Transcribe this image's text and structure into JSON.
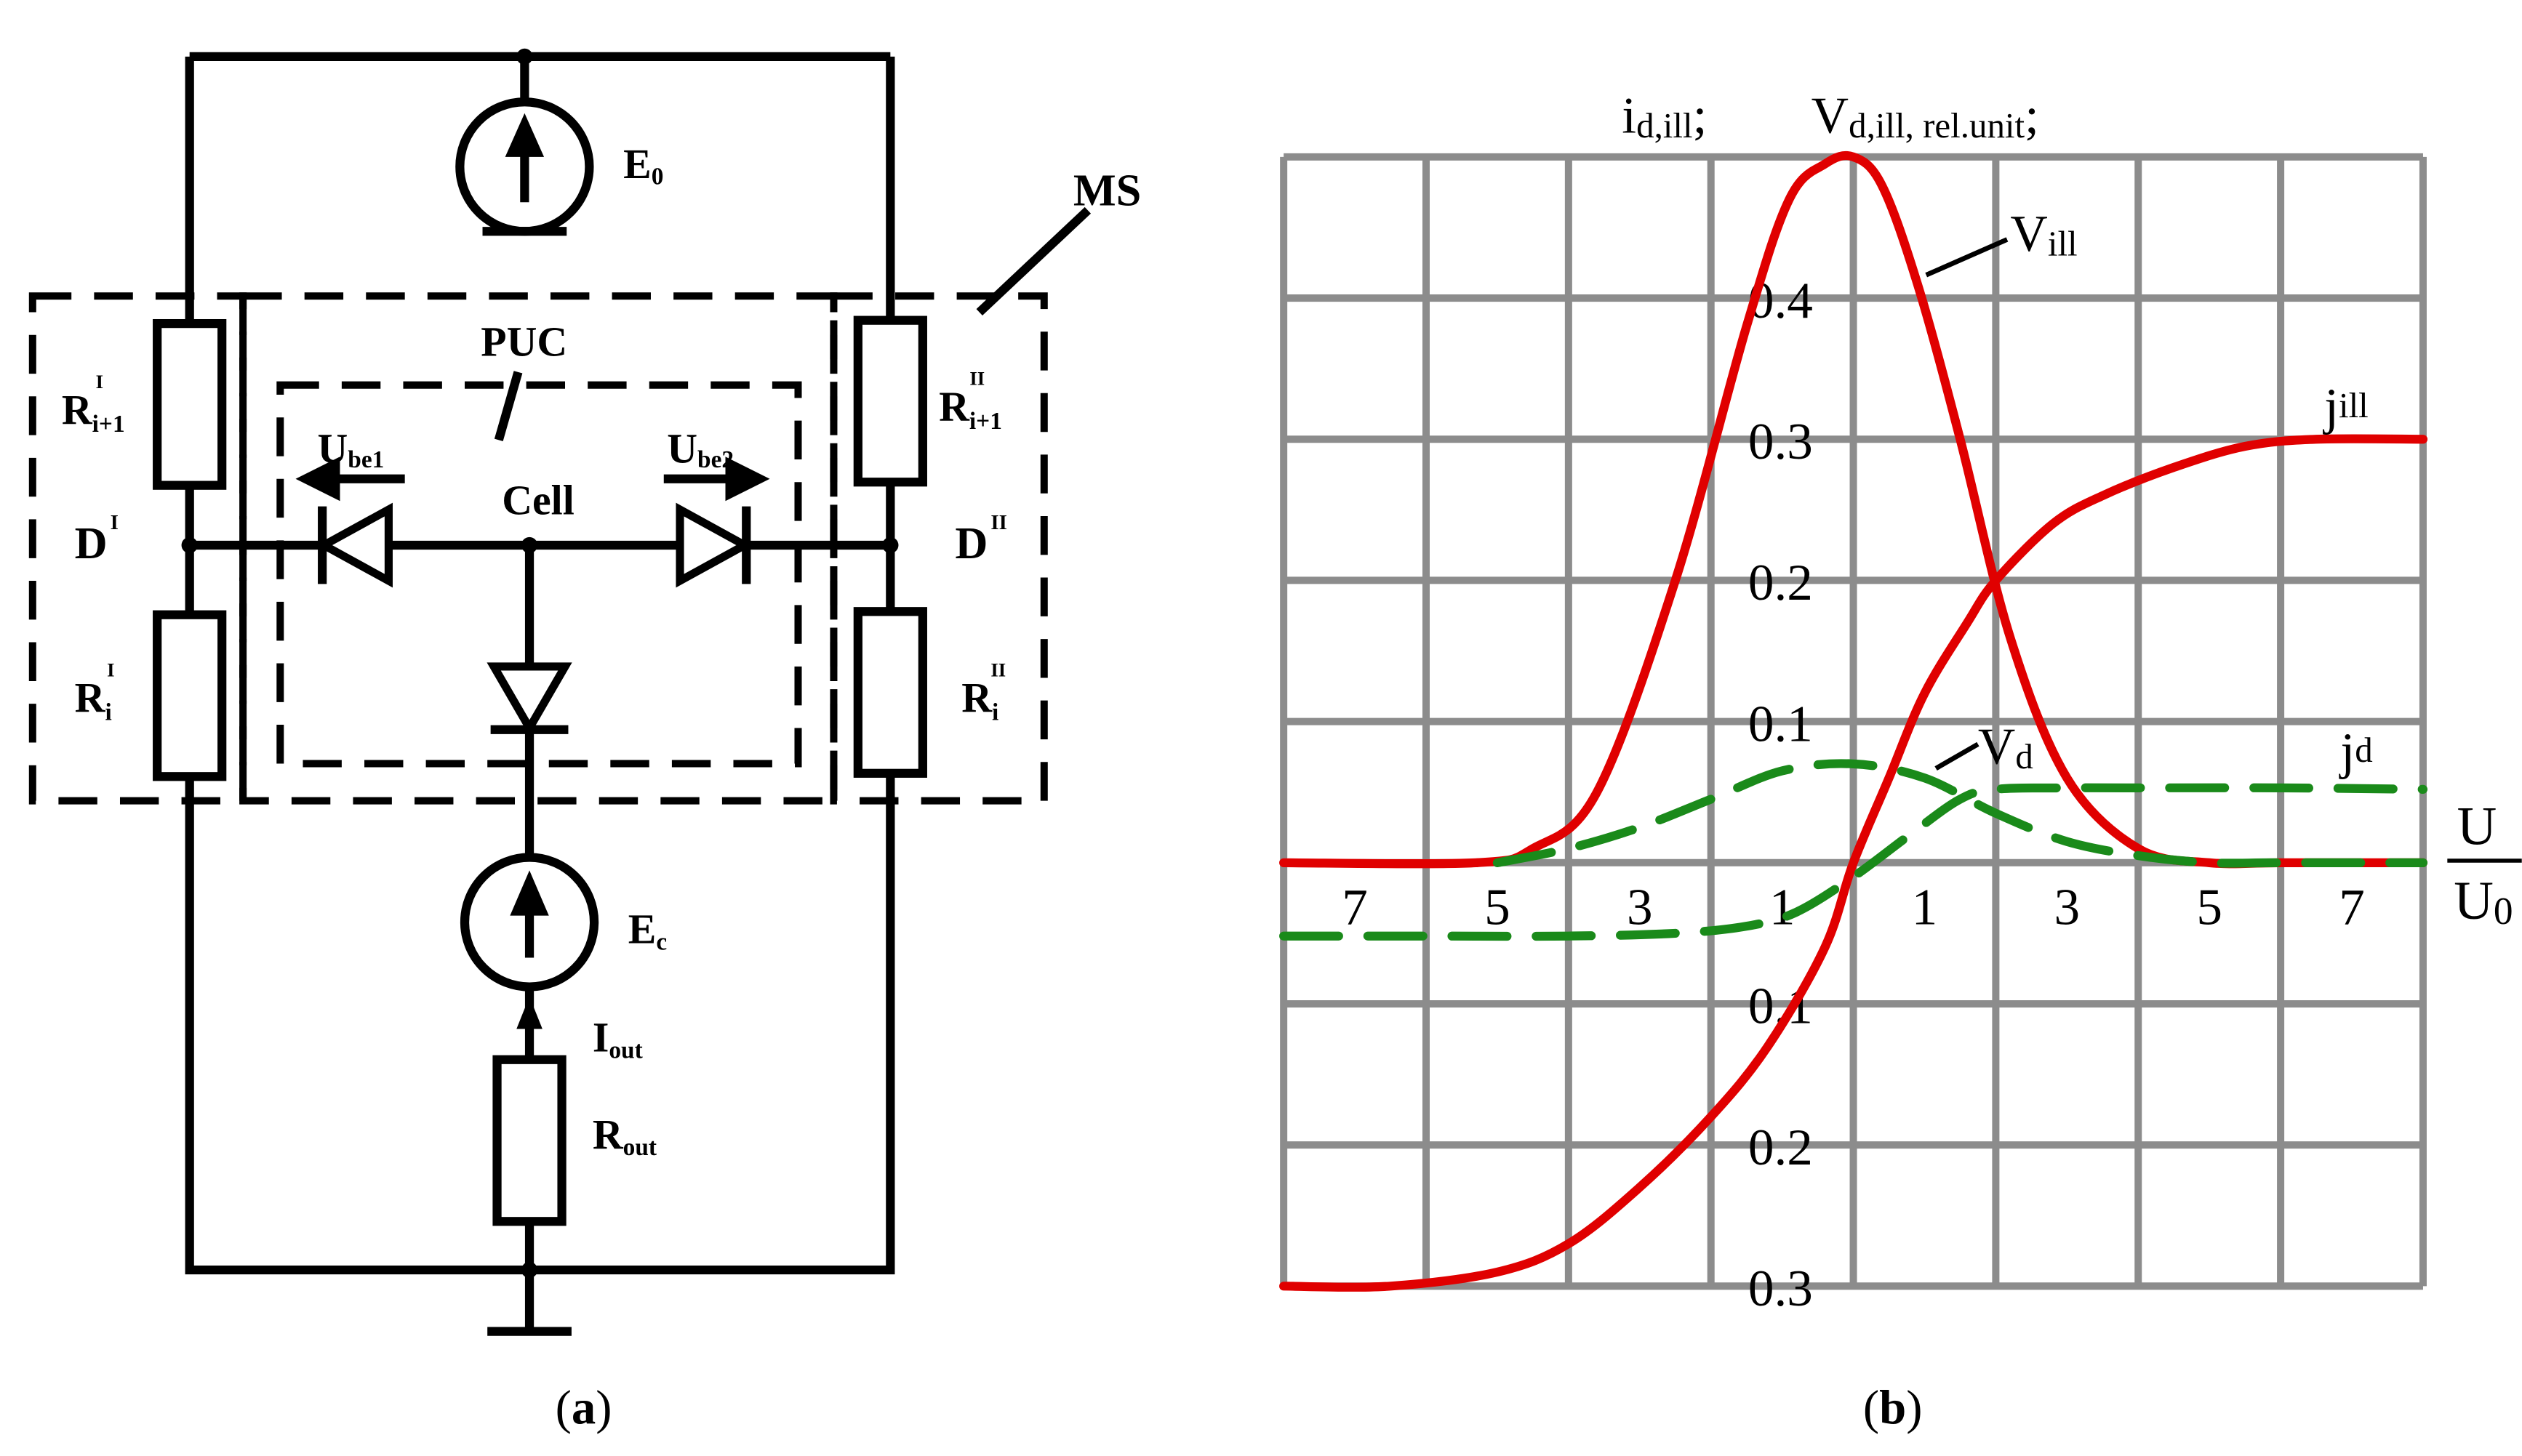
{
  "circuit": {
    "E0": {
      "main": "E",
      "sub": "0"
    },
    "Ec": {
      "main": "E",
      "sub": "c"
    },
    "MS": "MS",
    "PUC": "PUC",
    "Cell": "Cell",
    "Ube1": {
      "main": "U",
      "sub": "be1"
    },
    "Ube2": {
      "main": "U",
      "sub": "be2"
    },
    "RI_top": {
      "main": "R",
      "sub": "i+1",
      "sup": "I"
    },
    "RII_top": {
      "main": "R",
      "sub": "i+1",
      "sup": "II"
    },
    "RI_bot": {
      "main": "R",
      "sub": "i",
      "sup": "I"
    },
    "RII_bot": {
      "main": "R",
      "sub": "i",
      "sup": "II"
    },
    "DI": {
      "main": "D",
      "sup": "I"
    },
    "DII": {
      "main": "D",
      "sup": "II"
    },
    "Iout": {
      "main": "I",
      "sub": "out"
    },
    "Rout": {
      "main": "R",
      "sub": "out"
    },
    "caption_open": "(",
    "caption_letter": "a",
    "caption_close": ")"
  },
  "plot": {
    "ylabel_i": {
      "main": "i",
      "sub": "d,ill",
      "tail": ";"
    },
    "ylabel_v": {
      "main": "V",
      "sub": "d,ill, rel.unit",
      "tail": ";"
    },
    "xlabel_num": "U",
    "xlabel_den": {
      "main": "U",
      "sub": "0"
    },
    "label_vill": {
      "main": "V",
      "sub": "ill"
    },
    "label_jill": {
      "main": "j",
      "sub": "ill"
    },
    "label_vd": {
      "main": "V",
      "sub": "d"
    },
    "label_jd": {
      "main": "j",
      "sub": "d"
    },
    "caption_open": "(",
    "caption_letter": "b",
    "caption_close": ")"
  },
  "chart_data": {
    "type": "line",
    "xlabel": "U/U0",
    "ylabel": "id,ill; Vd,ill, rel.unit;",
    "xlim": [
      -8,
      8
    ],
    "ylim": [
      -0.3,
      0.5
    ],
    "x_tick_labels": [
      "7",
      "5",
      "3",
      "1",
      "1",
      "3",
      "5",
      "7"
    ],
    "x_tick_values": [
      -7,
      -5,
      -3,
      -1,
      1,
      3,
      5,
      7
    ],
    "y_tick_labels": [
      "0.4",
      "0.3",
      "0.2",
      "0.1",
      "0.1",
      "0.2",
      "0.3"
    ],
    "y_tick_values": [
      0.4,
      0.3,
      0.2,
      0.1,
      -0.1,
      -0.2,
      -0.3
    ],
    "grid": true,
    "series": [
      {
        "name": "Vill",
        "color": "#e00000",
        "style": "solid",
        "x": [
          -8,
          -5.3,
          -4.5,
          -3.6,
          -2.5,
          -1.5,
          -0.9,
          -0.4,
          0,
          0.4,
          0.9,
          1.5,
          2.2,
          3,
          4,
          5,
          6,
          8
        ],
        "y": [
          0,
          0,
          0.01,
          0.05,
          0.2,
          0.38,
          0.47,
          0.495,
          0.5,
          0.48,
          0.41,
          0.3,
          0.16,
          0.06,
          0.01,
          0,
          0,
          0
        ]
      },
      {
        "name": "jill",
        "color": "#e00000",
        "style": "solid",
        "x": [
          -8,
          -6.5,
          -5,
          -4,
          -3,
          -2,
          -1.2,
          -0.4,
          0,
          0.5,
          1,
          1.6,
          2,
          2.8,
          3.5,
          4.5,
          5.5,
          6.5,
          8
        ],
        "y": [
          -0.3,
          -0.3,
          -0.29,
          -0.27,
          -0.23,
          -0.18,
          -0.13,
          -0.06,
          0,
          0.06,
          0.12,
          0.17,
          0.2,
          0.24,
          0.26,
          0.28,
          0.295,
          0.3,
          0.3
        ]
      },
      {
        "name": "Vd",
        "color": "#1a8a1a",
        "style": "dashed",
        "x": [
          -5,
          -4,
          -3,
          -2,
          -1,
          0,
          1,
          2,
          3,
          4,
          5,
          6,
          8
        ],
        "y": [
          0,
          0.01,
          0.025,
          0.045,
          0.065,
          0.07,
          0.06,
          0.035,
          0.015,
          0.005,
          0,
          0,
          0
        ]
      },
      {
        "name": "jd",
        "color": "#1a8a1a",
        "style": "dashed",
        "x": [
          -8,
          -6,
          -4,
          -2.5,
          -1.5,
          -0.8,
          0,
          0.8,
          1.5,
          2,
          3,
          4,
          6,
          8
        ],
        "y": [
          -0.052,
          -0.052,
          -0.052,
          -0.05,
          -0.045,
          -0.035,
          -0.01,
          0.02,
          0.045,
          0.052,
          0.053,
          0.053,
          0.053,
          0.052
        ]
      }
    ]
  }
}
